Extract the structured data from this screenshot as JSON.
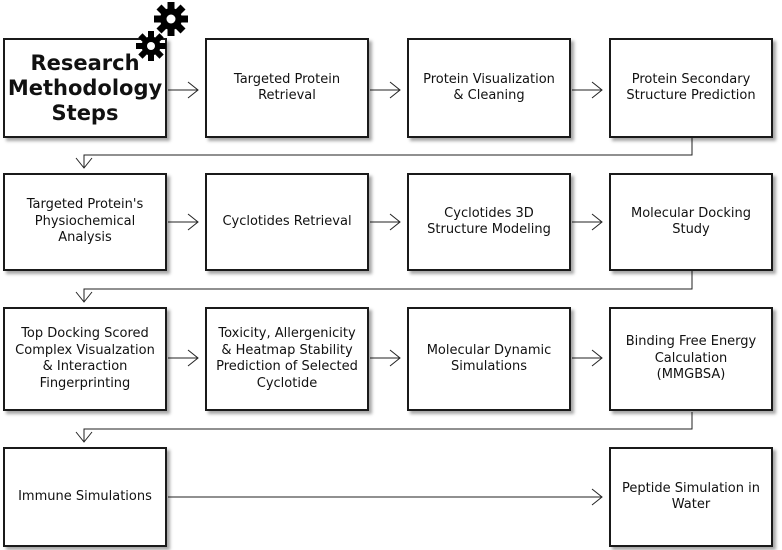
{
  "title": "Research\nMethodology\nSteps",
  "steps": [
    "Targeted Protein\nRetrieval",
    "Protein Visualization\n& Cleaning",
    "Protein Secondary\nStructure Prediction",
    "Targeted Protein's\nPhysiochemical\nAnalysis",
    "Cyclotides Retrieval",
    "Cyclotides 3D\nStructure Modeling",
    "Molecular Docking\nStudy",
    "Top Docking Scored\nComplex Visualzation\n& Interaction\nFingerprinting",
    "Toxicity, Allergenicity\n& Heatmap Stability\nPrediction of Selected\nCyclotide",
    "Molecular Dynamic\nSimulations",
    "Binding Free Energy\nCalculation\n(MMGBSA)",
    "Immune Simulations",
    "Peptide Simulation in\nWater"
  ],
  "icons": {
    "gears": "gear-icon"
  }
}
